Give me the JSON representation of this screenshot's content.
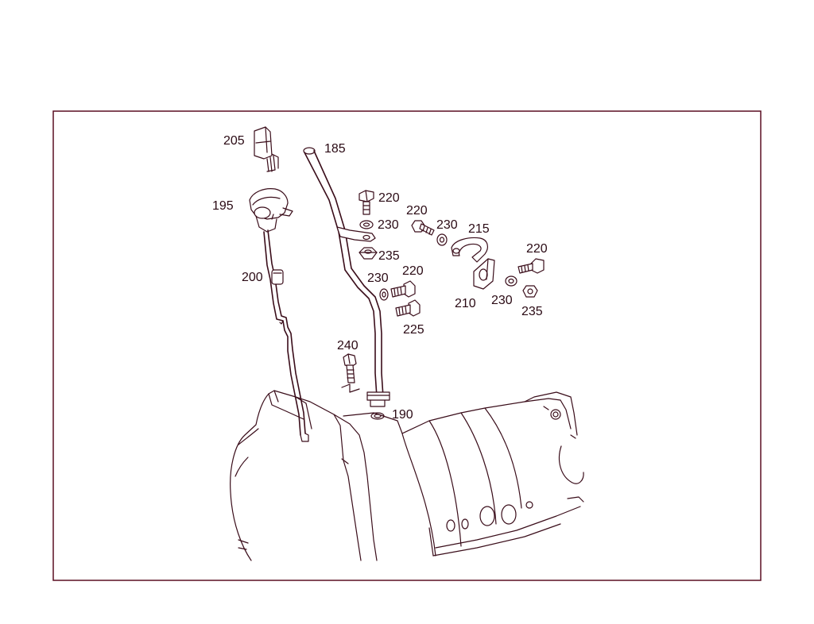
{
  "colors": {
    "line": "#3a0d1a",
    "frame": "#5a0f22",
    "label": "#2a0a14",
    "background": "#ffffff"
  },
  "callouts": {
    "c205": "205",
    "c185": "185",
    "c195": "195",
    "c200": "200",
    "c220a": "220",
    "c230a": "230",
    "c235a": "235",
    "c220b": "220",
    "c230b": "230",
    "c215": "215",
    "c220c": "220",
    "c230c": "230",
    "c220d": "220",
    "c225": "225",
    "c210": "210",
    "c230d": "230",
    "c235b": "235",
    "c240": "240",
    "c190": "190"
  }
}
